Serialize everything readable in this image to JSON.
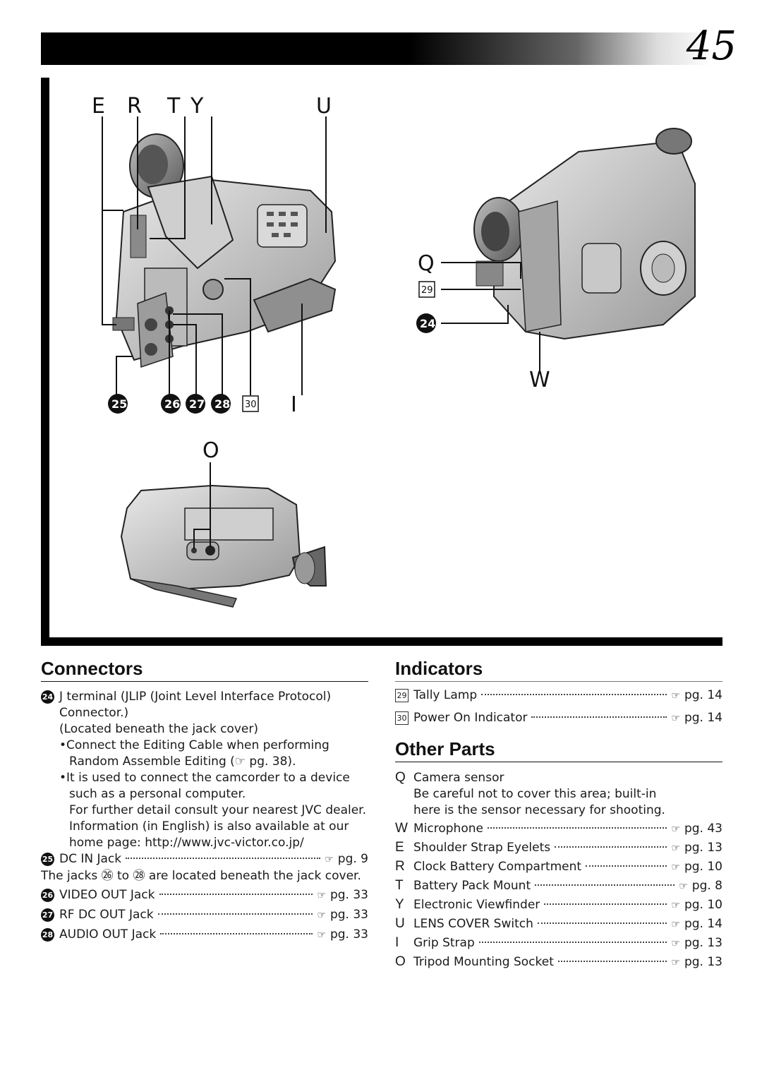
{
  "page_number": "45",
  "figure": {
    "labels_top": [
      "E",
      "R",
      "T",
      "Y",
      "U"
    ],
    "label_q": "Q",
    "label_w": "W",
    "label_i": "I",
    "label_o": "O",
    "num_29": "29",
    "num_30": "30",
    "num_24": "24",
    "num_25": "25",
    "num_26": "26",
    "num_27": "27",
    "num_28": "28"
  },
  "connectors": {
    "heading": "Connectors",
    "item24": {
      "marker": "24",
      "line1": "J terminal (JLIP (Joint Level Interface Protocol)",
      "line2": "Connector.)",
      "line3": "(Located beneath the jack cover)",
      "bullet1": "•Connect the Editing Cable when performing Random Assemble Editing (☞ pg. 38).",
      "bullet2": "•It is used to connect the camcorder to a device such as a personal computer.",
      "para": "For further detail consult your nearest JVC dealer. Information (in English) is also available at our home page: http://www.jvc-victor.co.jp/"
    },
    "item25": {
      "marker": "25",
      "label": "DC IN Jack",
      "ref": "pg. 9"
    },
    "note": "The jacks ㉖ to ㉘ are located beneath the jack cover.",
    "item26": {
      "marker": "26",
      "label": "VIDEO OUT Jack",
      "ref": "pg. 33"
    },
    "item27": {
      "marker": "27",
      "label": "RF DC OUT Jack",
      "ref": "pg. 33"
    },
    "item28": {
      "marker": "28",
      "label": "AUDIO OUT Jack",
      "ref": "pg. 33"
    }
  },
  "indicators": {
    "heading": "Indicators",
    "item29": {
      "marker": "29",
      "label": "Tally Lamp",
      "ref": "pg. 14"
    },
    "item30": {
      "marker": "30",
      "label": "Power On Indicator",
      "ref": "pg. 14"
    }
  },
  "other_parts": {
    "heading": "Other Parts",
    "q": {
      "marker": "Q",
      "label": "Camera sensor",
      "note": "Be careful not to cover this area; built-in here is the sensor necessary for shooting."
    },
    "w": {
      "marker": "W",
      "label": "Microphone",
      "ref": "pg. 43"
    },
    "e": {
      "marker": "E",
      "label": "Shoulder Strap Eyelets",
      "ref": "pg. 13"
    },
    "r": {
      "marker": "R",
      "label": "Clock Battery Compartment",
      "ref": "pg. 10"
    },
    "t": {
      "marker": "T",
      "label": "Battery Pack Mount",
      "ref": "pg. 8"
    },
    "y": {
      "marker": "Y",
      "label": "Electronic Viewfinder",
      "ref": "pg. 10"
    },
    "u": {
      "marker": "U",
      "label": "LENS COVER Switch",
      "ref": "pg. 14"
    },
    "i": {
      "marker": "I",
      "label": "Grip Strap",
      "ref": "pg. 13"
    },
    "o": {
      "marker": "O",
      "label": "Tripod Mounting Socket",
      "ref": "pg. 13"
    }
  },
  "icons": {
    "reference": "pointing-hand-icon"
  }
}
